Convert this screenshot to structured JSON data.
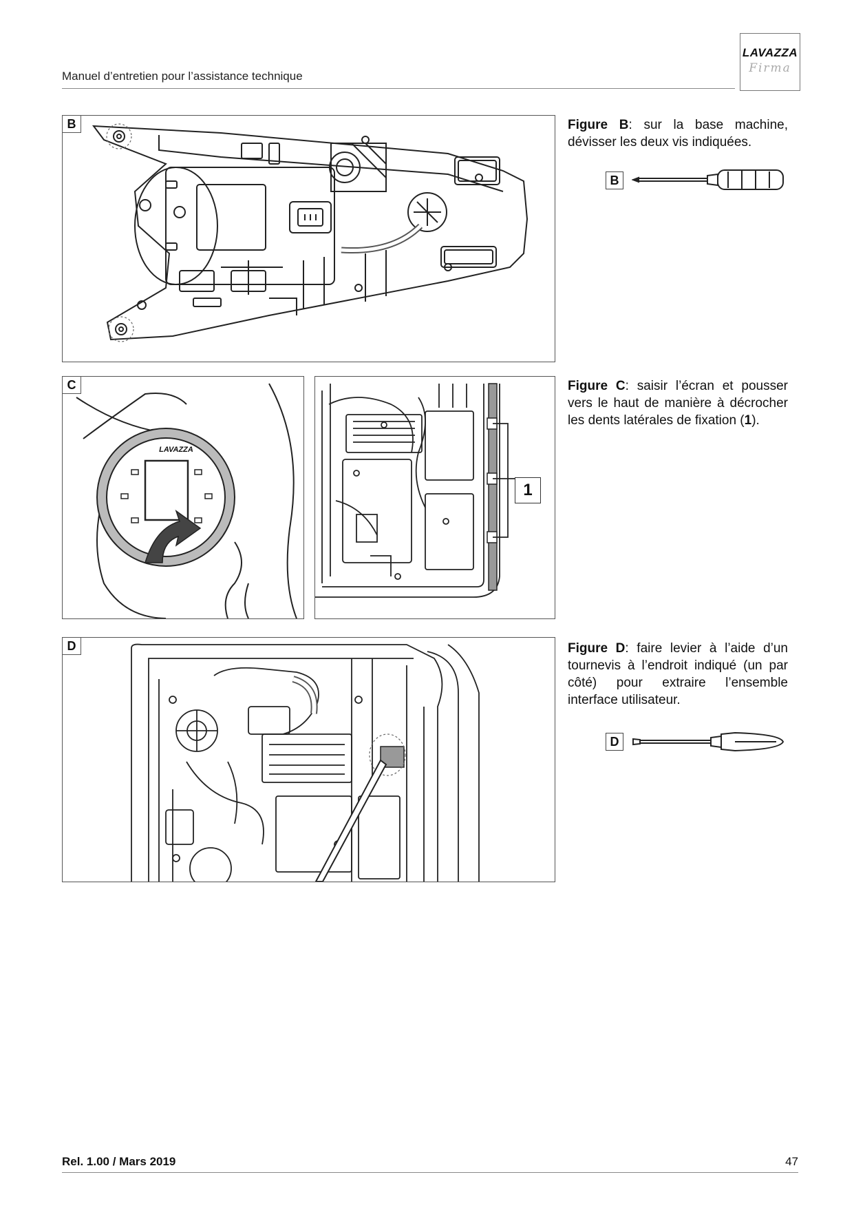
{
  "header": {
    "title": "Manuel d’entretien pour l’assistance technique",
    "logo": {
      "brand": "LAVAZZA",
      "subbrand": "Firma"
    }
  },
  "figures": {
    "b": {
      "label": "B",
      "text_bold": "Figure B",
      "text": ": sur la base machine, dévisser les deux vis indiquées.",
      "tool_label": "B",
      "tool_icon": "phillips-screwdriver-icon"
    },
    "c": {
      "label": "C",
      "text_bold": "Figure C",
      "text_a": ": saisir l’écran et pousser vers le haut de manière à décrocher les dents latérales de fixation (",
      "text_ref": "1",
      "text_b": ").",
      "callout": "1",
      "screen_brand": "LAVAZZA"
    },
    "d": {
      "label": "D",
      "text_bold": "Figure D",
      "text": ": faire levier à l’aide d’un tournevis à l’endroit indiqué (un par côté) pour extraire l’ensemble interface utilisateur.",
      "tool_label": "D",
      "tool_icon": "flat-screwdriver-icon"
    }
  },
  "footer": {
    "release": "Rel. 1.00 / Mars 2019",
    "page_number": "47"
  }
}
